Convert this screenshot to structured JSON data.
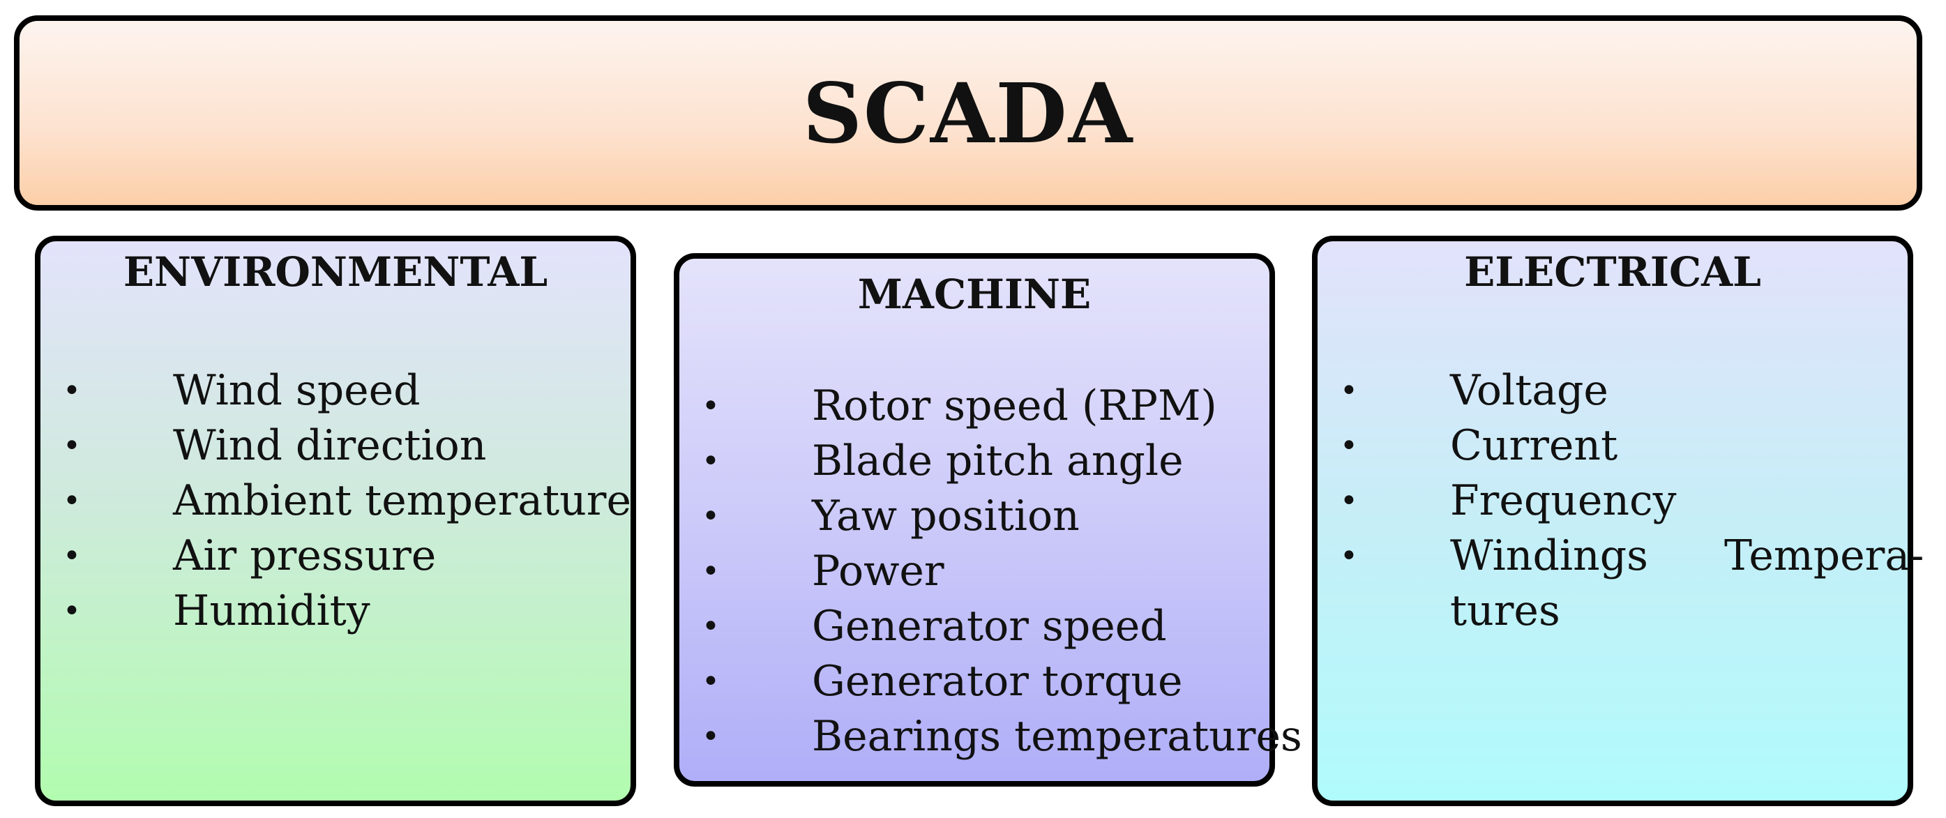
{
  "header": {
    "title": "SCADA"
  },
  "panels": {
    "environmental": {
      "title": "ENVIRONMENTAL",
      "items": [
        "Wind speed",
        "Wind direction",
        "Ambient temperature",
        "Air pressure",
        "Humidity"
      ]
    },
    "machine": {
      "title": "MACHINE",
      "items": [
        "Rotor speed (RPM)",
        "Blade pitch angle",
        "Yaw position",
        "Power",
        "Generator speed",
        "Generator torque",
        "Bearings temperatures"
      ]
    },
    "electrical": {
      "title": "ELECTRICAL",
      "items": [
        "Voltage",
        "Current",
        "Frequency",
        "Windings Tempera-",
        "tures"
      ]
    }
  },
  "bullet_glyph": "•",
  "colors": {
    "header_fill": "#fde2cf",
    "environmental_fill_top": "#e3e3fb",
    "environmental_fill_bottom": "#b2fcaf",
    "machine_fill_top": "#e4e3fb",
    "machine_fill_bottom": "#b0aef8",
    "electrical_fill_top": "#e2e2fb",
    "electrical_fill_bottom": "#b0fbfc",
    "border": "#000000"
  }
}
